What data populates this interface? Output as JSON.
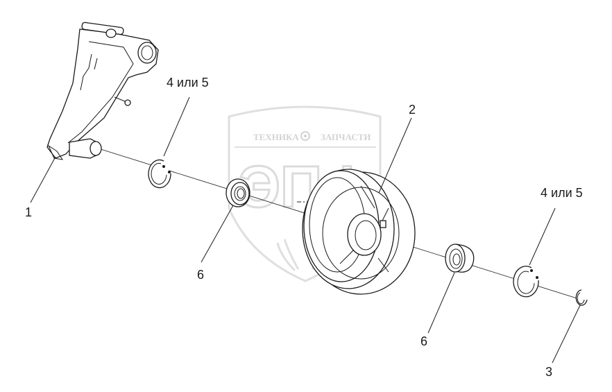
{
  "watermark": {
    "text_left": "ТЕХНИКА",
    "text_right": "ЗАПЧАСТИ",
    "logo": "ЭПФ",
    "gear_icon": "gear-icon",
    "color": "#d4d4d4"
  },
  "callouts": {
    "arm": "1",
    "wheel": "2",
    "small_ring": "3",
    "ring_left": "4 или 5",
    "ring_right": "4 или 5",
    "bearing_left": "6",
    "bearing_right": "6"
  },
  "colors": {
    "line": "#1a1a1a",
    "background": "#ffffff"
  }
}
